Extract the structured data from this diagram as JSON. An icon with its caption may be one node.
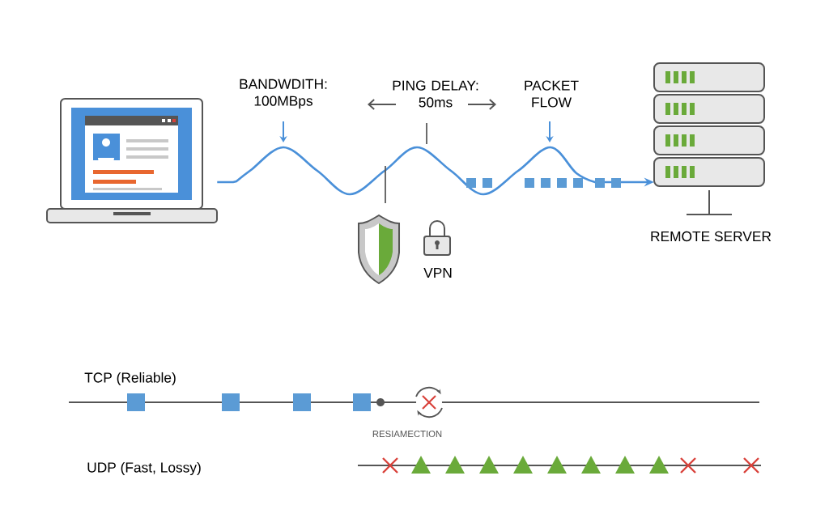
{
  "diagram": {
    "nodes": [
      {
        "text": [],
        "shape": "picture"
      },
      {
        "text": [],
        "shape": "picture",
        "beside": [
          "REMOTE SERVER"
        ]
      }
    ],
    "edges": [
      {
        "from": 0,
        "to": 1,
        "arrow": "to"
      }
    ],
    "labels": [
      "BANDWDITH: 100MBps",
      "PING DELAY: 50ms",
      "PACKET FLOW",
      "VPN",
      "TCP (Reliable)",
      "RESIAMECTION",
      "UDP (Fast, Lossy)"
    ]
  }
}
